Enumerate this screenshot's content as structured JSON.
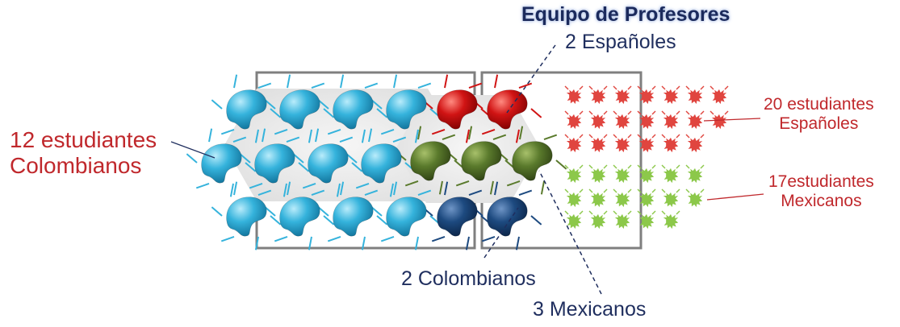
{
  "labels": {
    "title": "Equipo de Profesores",
    "teachers_spanish": "2 Españoles",
    "teachers_colombian": "2 Colombianos",
    "teachers_mexican": "3 Mexicanos",
    "students_colombian_line1": "12 estudiantes",
    "students_colombian_line2": "Colombianos",
    "students_spanish_line1": "20 estudiantes",
    "students_spanish_line2": "Españoles",
    "students_mexican_line1": "17estudiantes",
    "students_mexican_line2": "Mexicanos"
  },
  "groups": {
    "colombian_students": 12,
    "spanish_teachers": 2,
    "mexican_teachers": 3,
    "colombian_teachers": 2,
    "spanish_students": 20,
    "mexican_students": 17
  },
  "colors": {
    "colombian_students": "#35b3dc",
    "spanish_teachers": "#d11414",
    "mexican_teachers": "#5a7a2c",
    "colombian_teachers": "#1d4a80",
    "spanish_students": "#e0453f",
    "mexican_students": "#8cc84a",
    "label_red": "#c0282c",
    "label_navy": "#1f2e5e"
  }
}
